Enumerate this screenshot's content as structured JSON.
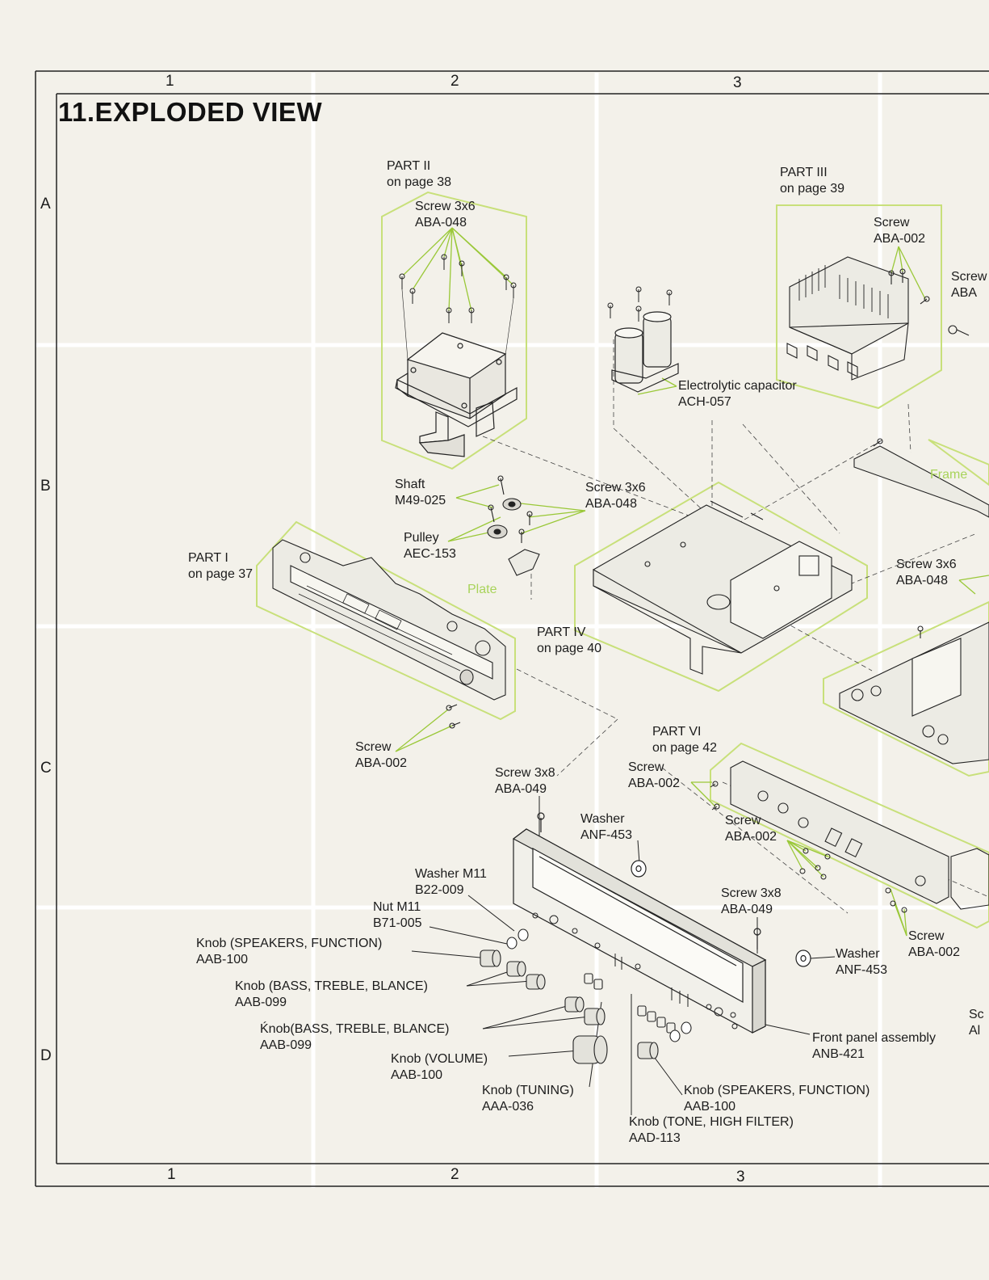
{
  "title": "11.EXPLODED VIEW",
  "columns": [
    "1",
    "2",
    "3"
  ],
  "rows": [
    "A",
    "B",
    "C",
    "D"
  ],
  "colors": {
    "outline": "#c8e07a",
    "leader": "#9ac838",
    "line": "#222222",
    "grid": "#ffffff"
  },
  "labels": {
    "part2": [
      "PART II",
      "on page 38"
    ],
    "screw_3x6_top": [
      "Screw 3x6",
      "ABA-048"
    ],
    "part3": [
      "PART III",
      "on page 39"
    ],
    "screw_aba002_top": [
      "Screw",
      "ABA-002"
    ],
    "screw_cut": [
      "Screw",
      "ABA"
    ],
    "capacitor": [
      "Electrolytic capacitor",
      "ACH-057"
    ],
    "frame": "Frame",
    "shaft": [
      "Shaft",
      "M49-025"
    ],
    "screw_3x6_mid": [
      "Screw 3x6",
      "ABA-048"
    ],
    "pulley": [
      "Pulley",
      "AEC-153"
    ],
    "plate": "Plate",
    "part1": [
      "PART I",
      "on page 37"
    ],
    "screw_3x6_right": [
      "Screw 3x6",
      "ABA-048"
    ],
    "part4": [
      "PART IV",
      "on page 40"
    ],
    "screw_aba002_left": [
      "Screw",
      "ABA-002"
    ],
    "part6": [
      "PART VI",
      "on page 42"
    ],
    "screw_3x8_top": [
      "Screw 3x8",
      "ABA-049"
    ],
    "screw_aba002_p6": [
      "Screw",
      "ABA-002"
    ],
    "washer_anf_top": [
      "Washer",
      "ANF-453"
    ],
    "screw_aba002_p6b": [
      "Screw",
      "ABA-002"
    ],
    "washer_m11": [
      "Washer M11",
      "B22-009"
    ],
    "nut_m11": [
      "Nut M11",
      "B71-005"
    ],
    "screw_3x8_right": [
      "Screw 3x8",
      "ABA-049"
    ],
    "knob_speakers_left": [
      "Knob (SPEAKERS, FUNCTION)",
      "AAB-100"
    ],
    "washer_anf_right": [
      "Washer",
      "ANF-453"
    ],
    "screw_aba002_bottom": [
      "Screw",
      "ABA-002"
    ],
    "knob_bass_1": [
      "Knob (BASS, TREBLE, BLANCE)",
      "AAB-099"
    ],
    "knob_bass_2": [
      "Ḱnob(BASS, TREBLE, BLANCE)",
      "AAB-099"
    ],
    "front_panel": [
      "Front panel assembly",
      "ANB-421"
    ],
    "knob_volume": [
      "Knob (VOLUME)",
      "AAB-100"
    ],
    "knob_tuning": [
      "Knob (TUNING)",
      "AAA-036"
    ],
    "knob_speakers_right": [
      "Knob (SPEAKERS, FUNCTION)",
      "AAB-100"
    ],
    "knob_tone": [
      "Knob (TONE, HIGH FILTER)",
      "AAD-113"
    ],
    "cut_right": [
      "Sc",
      "Al"
    ]
  }
}
